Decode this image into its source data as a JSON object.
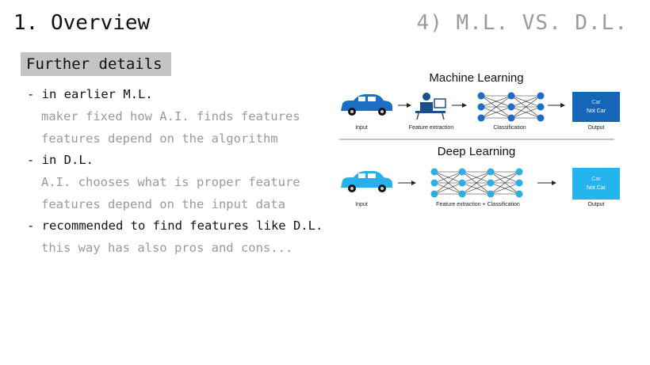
{
  "header": {
    "title": "1. Overview",
    "section": "4) M.L. VS. D.L."
  },
  "badge": "Further details",
  "bullets": [
    {
      "text": "- in earlier M.L.",
      "tone": "dark"
    },
    {
      "text": "maker fixed how A.I. finds features",
      "tone": "light"
    },
    {
      "text": "features depend on the algorithm",
      "tone": "light"
    },
    {
      "text": "- in D.L.",
      "tone": "dark"
    },
    {
      "text": "A.I. chooses what is proper feature",
      "tone": "light"
    },
    {
      "text": "features depend on the input data",
      "tone": "light"
    },
    {
      "text": "- recommended to find features like D.L.",
      "tone": "dark"
    },
    {
      "text": "this way has also pros and cons...",
      "tone": "light"
    }
  ],
  "diagram": {
    "ml": {
      "title": "Machine Learning",
      "input": "Input",
      "extract": "Feature extraction",
      "classify": "Classification",
      "output": "Output",
      "out_car": "Car",
      "out_not": "Not Car"
    },
    "dl": {
      "title": "Deep Learning",
      "input": "Input",
      "combined": "Feature extraction + Classification",
      "output": "Output",
      "out_car": "Car",
      "out_not": "Not Car"
    },
    "colors": {
      "ml_car": "#1a6fc4",
      "dl_car": "#2ab0e8",
      "ml_node": "#1a6fc4",
      "dl_node": "#2ab0e8",
      "ml_out": "#1565b8",
      "dl_out": "#25b5ee"
    }
  }
}
